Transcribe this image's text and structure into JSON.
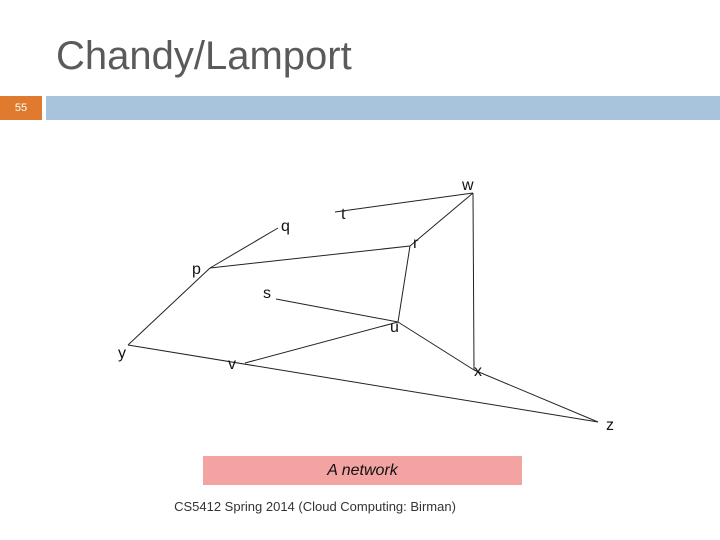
{
  "slide": {
    "title": "Chandy/Lamport",
    "number": "55",
    "caption": "A network",
    "footer": "CS5412 Spring 2014 (Cloud Computing: Birman)",
    "accent_color": "#e07a2e",
    "bar_color": "#a8c4dc",
    "caption_bg": "#f4a3a3"
  },
  "network": {
    "nodes": [
      "w",
      "q",
      "t",
      "r",
      "p",
      "s",
      "u",
      "y",
      "v",
      "x",
      "z"
    ],
    "edges": [
      [
        "t",
        "w"
      ],
      [
        "w",
        "r"
      ],
      [
        "w",
        "x"
      ],
      [
        "p",
        "q"
      ],
      [
        "p",
        "r"
      ],
      [
        "p",
        "y"
      ],
      [
        "r",
        "u"
      ],
      [
        "s",
        "u"
      ],
      [
        "y",
        "z"
      ],
      [
        "v",
        "u"
      ],
      [
        "u",
        "x"
      ],
      [
        "x",
        "z"
      ]
    ]
  }
}
